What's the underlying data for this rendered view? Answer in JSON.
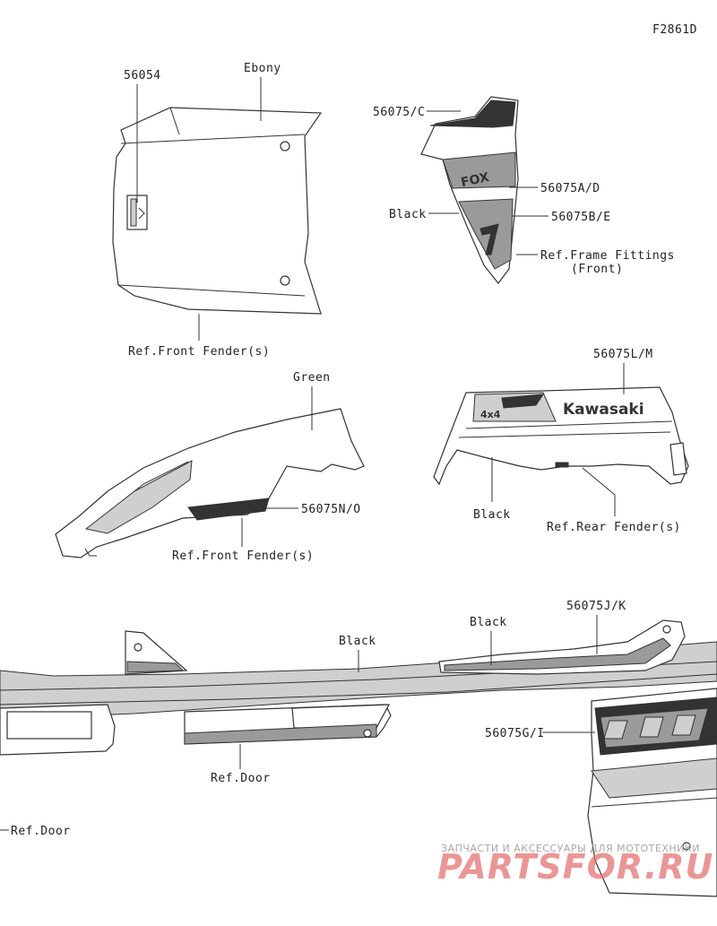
{
  "diagram_code": "F2861D",
  "labels": {
    "p56054": "56054",
    "ebony": "Ebony",
    "ref_front_fender_1": "Ref.Front Fender(s)",
    "p56075c": "56075/C",
    "p56075ad": "56075A/D",
    "black_1": "Black",
    "p56075be": "56075B/E",
    "ref_frame_fittings_1": "Ref.Frame Fittings",
    "ref_frame_fittings_2": "(Front)",
    "p56075lm": "56075L/M",
    "green": "Green",
    "p56075no": "56075N/O",
    "ref_front_fender_2": "Ref.Front Fender(s)",
    "black_2": "Black",
    "ref_rear_fender": "Ref.Rear Fender(s)",
    "black_3": "Black",
    "p56075jk": "56075J/K",
    "black_4": "Black",
    "p56075gi": "56075G/I",
    "ref_door_1": "Ref.Door",
    "ref_door_2": "Ref.Door"
  },
  "decal_text": {
    "kawasaki": "Kawasaki",
    "fox": "FOX"
  },
  "watermark": {
    "caption": "ЗАПЧАСТИ И АКСЕССУАРЫ ДЛЯ МОТОТЕХНИКИ",
    "site": "PARTSFOR.RU"
  },
  "colors": {
    "line": "#333333",
    "watermark_red": "#e57373"
  }
}
